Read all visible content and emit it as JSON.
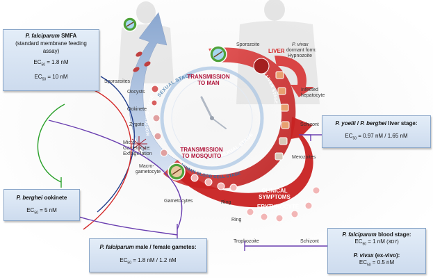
{
  "colors": {
    "red": "#d42a2a",
    "blue_arrow": "#6f8fbf",
    "lightblue": "#9eb6d8",
    "green_line": "#2aa02a",
    "purple_line": "#6a3fb0",
    "darkblue_line": "#1f3c8a",
    "box_bg": "#dbe6f4",
    "label_red": "#b0143a"
  },
  "centers": {
    "transmission_to_man": "TRANSMISSION\nTO MAN",
    "transmission_to_mosquito": "TRANSMISSION\nTO MOSQUITO",
    "asexual_stage": "ASEXUAL STAGE",
    "sexual_stage": "SEXUAL STAGE",
    "mosquito_stage": "MOSQUITO STAGE",
    "human_liver_stage": "HUMAN LIVER STAGE",
    "human_blood_cell_stage": "HUMAN BLOOD CELL STAGE",
    "clinical_symptoms": "CLINICAL\nSYMPTOMS",
    "erythrocyte": "ERYTHROCYTE",
    "liver": "LIVER"
  },
  "stage_labels": {
    "sporozoites": "Sporozoites",
    "oocysts": "Oocysts",
    "ookinete": "Ookinete",
    "zygote": "Zygote",
    "microgametocyte_1": "Micro-",
    "microgametocyte_2": "Gametocyte:",
    "microgametocyte_3": "Exflagellation",
    "macrogametocyte_1": "Macro-",
    "macrogametocyte_2": "gametocyte",
    "gametocytes": "Gametocytes",
    "ring_1": "Ring",
    "ring_2": "Ring",
    "trophozoite": "Trophozoite",
    "schizont_blood": "Schizont",
    "merozoites": "Merozoites",
    "schizont_liver": "Schizont",
    "infected_hepatocyte_1": "Infected",
    "infected_hepatocyte_2": "hepatocyte",
    "sporozoite": "Sporozoite",
    "vivax_1": "P. vivax",
    "vivax_2": "dormant form:",
    "vivax_3": "Hypnozoite"
  },
  "boxes": {
    "smfa": {
      "title_italic": "P. falciparum",
      "title_rest": " SMFA",
      "subtitle_1": "(standard membrane feeding",
      "subtitle_2": "assay)",
      "ec_prefix": "EC",
      "ec_sub": "50",
      "line_1_value": " = 1.8 nM",
      "line_2_value": " = 10 nM"
    },
    "liver_stage": {
      "title_1_italic": "P. yoelii",
      "title_sep": " / ",
      "title_2_italic": "P. berghei",
      "title_rest": " liver stage:",
      "ec_prefix": "EC",
      "ec_sub": "50",
      "value": " = 0.97 nM / 1.65 nM"
    },
    "ookinete": {
      "title_italic": "P. berghei",
      "title_rest": " ookinete",
      "ec_prefix": "EC",
      "ec_sub": "50",
      "value": " = 5 nM"
    },
    "gametes": {
      "title_italic": "P. falciparum",
      "title_rest": " male / female gametes:",
      "ec_prefix": "EC",
      "ec_sub": "50",
      "value": " = 1.8 nM / 1.2 nM"
    },
    "blood_stage": {
      "title_1_italic": "P. falciparum",
      "title_1_rest": " blood stage:",
      "ec_prefix": "EC",
      "ec_sub": "50",
      "value_1": " = 1 nM",
      "value_1_note": "(3D7)",
      "title_2_italic": "P. vivax",
      "title_2_rest": " (ex-vivo):",
      "value_2": " = 0.5 nM"
    }
  }
}
